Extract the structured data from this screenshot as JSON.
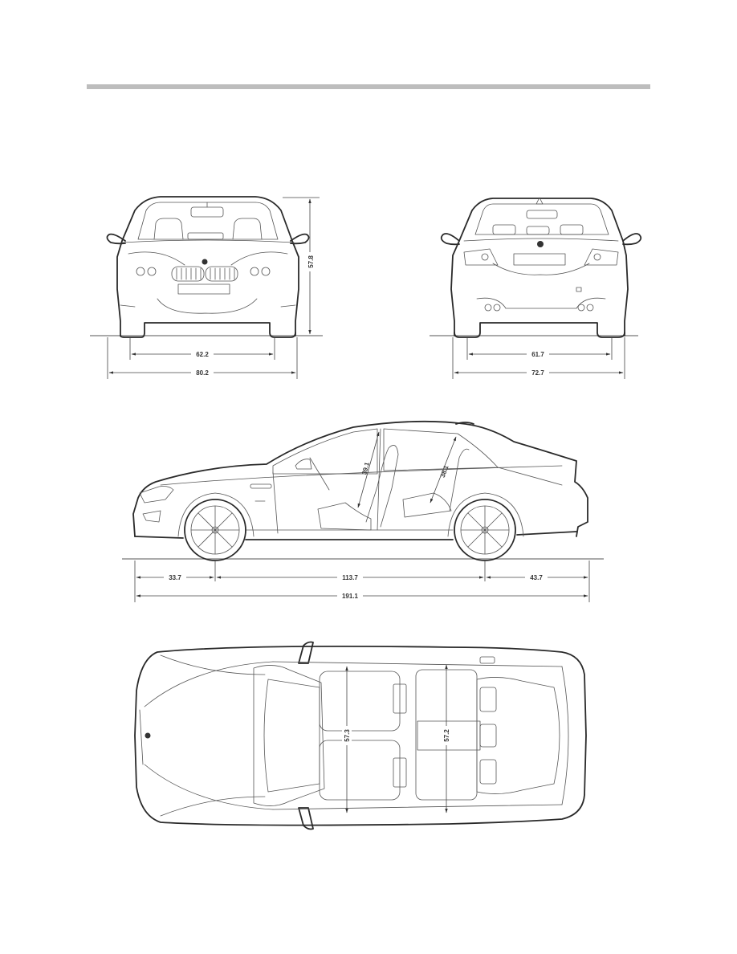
{
  "page": {
    "header_rule_color": "#bdbdbd",
    "units": "inches"
  },
  "views": {
    "front": {
      "height_label": "57.8",
      "track_label": "62.2",
      "width_label": "80.2"
    },
    "rear": {
      "track_label": "61.7",
      "width_label": "72.7"
    },
    "side": {
      "front_headroom_label": "39.1",
      "rear_headroom_label": "38.1",
      "front_overhang_label": "33.7",
      "wheelbase_label": "113.7",
      "rear_overhang_label": "43.7",
      "length_label": "191.1"
    },
    "top": {
      "front_shoulder_label": "57.3",
      "rear_shoulder_label": "57.2"
    }
  }
}
